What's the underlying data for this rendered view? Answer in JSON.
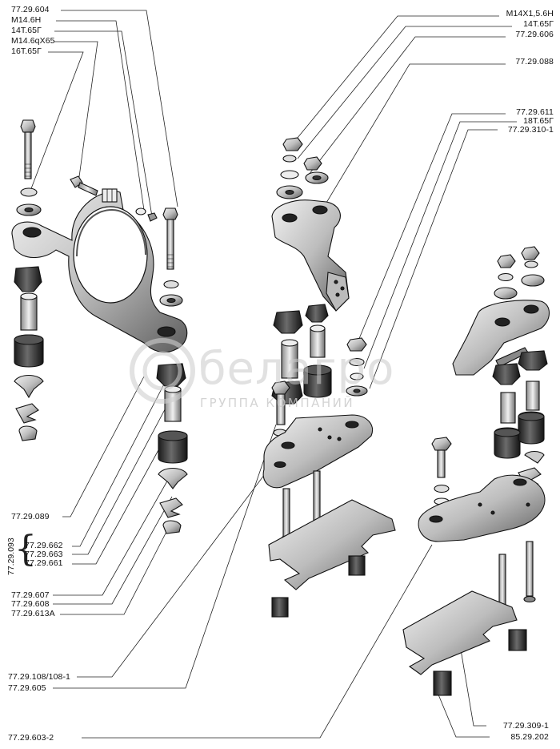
{
  "labels_top_left": [
    "77.29.604",
    "М14.6Н",
    "14Т.65Г",
    "М14.6qХ65",
    "16Т.65Г"
  ],
  "labels_top_right": [
    "М14Х1,5.6Н",
    "14Т.65Г",
    "77.29.606",
    "77.29.088",
    "77.29.611",
    "18Т.65Г",
    "77.29.310-1"
  ],
  "labels_bottom_left": {
    "label_089": "77.29.089",
    "group_code": "77.29.093",
    "group_items": [
      "77.29.662",
      "77.29.663",
      "77.29.661"
    ],
    "lower": [
      "77.29.607",
      "77.29.608",
      "77.29.613А"
    ],
    "bracket_pair": [
      "77.29.108/108-1",
      "77.29.605"
    ],
    "bottom": "77.29.603-2"
  },
  "labels_bottom_right": [
    "77.29.309-1",
    "85.29.202"
  ],
  "watermark": {
    "brand": "белагро",
    "subtitle": "ГРУППА КОМПАНИЙ"
  },
  "colors": {
    "ink": "#111111",
    "metal": "#cfcfcf",
    "metal_dark": "#6e6e6e",
    "watermark": "#c9c9c9"
  }
}
